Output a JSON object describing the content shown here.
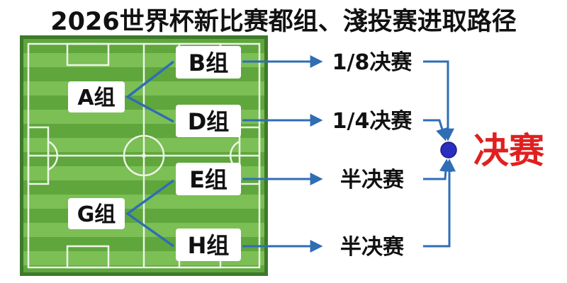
{
  "title": "2026世界杯新比赛都组、淺投赛进取路径",
  "groups": {
    "a": "A组",
    "g": "G组",
    "b": "B组",
    "d": "D组",
    "e": "E组",
    "h": "H组"
  },
  "stages": {
    "round16": "1/8决赛",
    "quarter": "1/4决赛",
    "semi1": "半决赛",
    "semi2": "半决赛",
    "final": "决赛"
  },
  "colors": {
    "pitch_light": "#7bbf55",
    "pitch_dark": "#5fa63d",
    "pitch_border": "#3d7a2a",
    "line_blue": "#2f6db5",
    "final_red": "#e02020",
    "dot_blue": "#2b2fbf"
  }
}
